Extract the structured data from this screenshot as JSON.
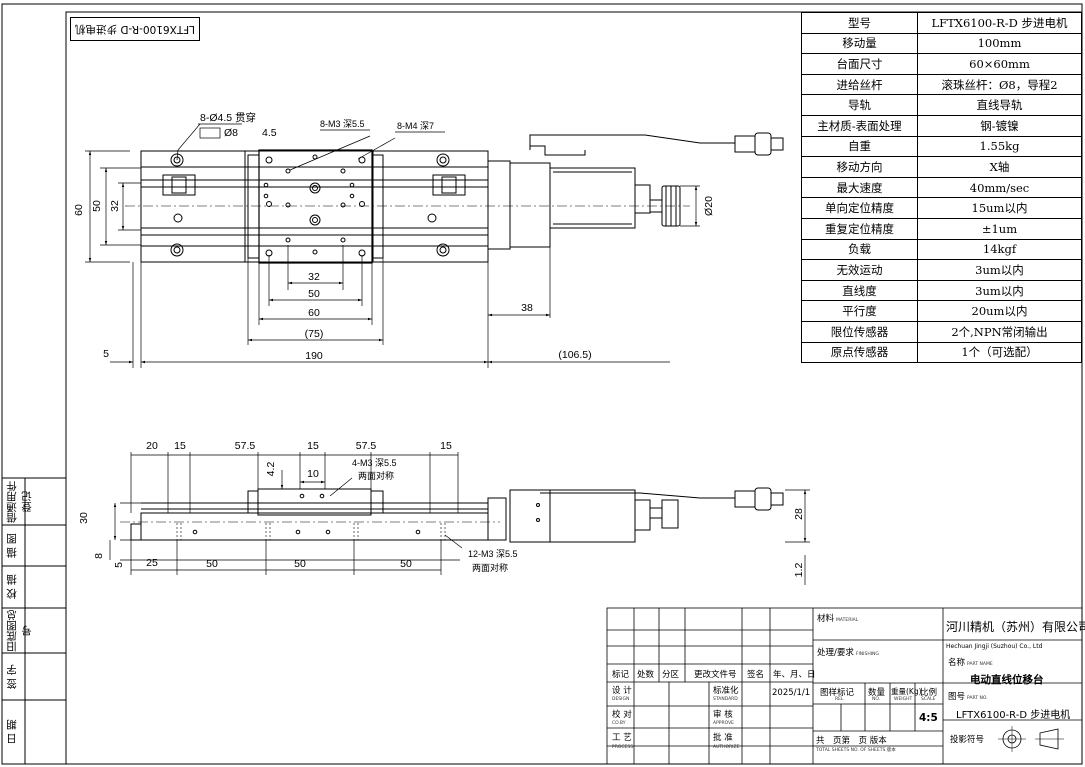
{
  "drawing": {
    "model_mark": "LFTX6100-R-D 步进电机",
    "side_labels": [
      "借通用件登记",
      "描 图",
      "校 描",
      "旧底图总号",
      "签 字",
      "日 期"
    ]
  },
  "spec_table": [
    {
      "key": "型号",
      "value": "LFTX6100-R-D 步进电机"
    },
    {
      "key": "移动量",
      "value": "100mm"
    },
    {
      "key": "台面尺寸",
      "value": "60×60mm"
    },
    {
      "key": "进给丝杆",
      "value": "滚珠丝杆：Ø8，导程2"
    },
    {
      "key": "导轨",
      "value": "直线导轨"
    },
    {
      "key": "主材质-表面处理",
      "value": "钢-镀镍"
    },
    {
      "key": "自重",
      "value": "1.55kg"
    },
    {
      "key": "移动方向",
      "value": "X轴"
    },
    {
      "key": "最大速度",
      "value": "40mm/sec"
    },
    {
      "key": "单向定位精度",
      "value": "15um以内"
    },
    {
      "key": "重复定位精度",
      "value": "±1um"
    },
    {
      "key": "负载",
      "value": "14kgf"
    },
    {
      "key": "无效运动",
      "value": "3um以内"
    },
    {
      "key": "直线度",
      "value": "3um以内"
    },
    {
      "key": "平行度",
      "value": "20um以内"
    },
    {
      "key": "限位传感器",
      "value": "2个,NPN常闭输出"
    },
    {
      "key": "原点传感器",
      "value": "1个（可选配）"
    }
  ],
  "top_view": {
    "note_holes": "8-Ø4.5 贯穿",
    "note_cbore": "Ø8",
    "note_depth": "4.5",
    "note_m3": "8-M3 深5.5",
    "note_m4": "8-M4 深7",
    "dims": {
      "d60": "60",
      "d50": "50",
      "d32": "32",
      "w32": "32",
      "w50": "50",
      "w60": "60",
      "w75": "(75)",
      "d38": "38",
      "d5": "5",
      "d190": "190",
      "d106": "(106.5)",
      "phi20": "Ø20"
    }
  },
  "side_view": {
    "dims": {
      "t20": "20",
      "t15a": "15",
      "t57a": "57.5",
      "t15b": "15",
      "t57b": "57.5",
      "t15c": "15",
      "h42": "4.2",
      "c10": "10",
      "h30": "30",
      "h28": "28",
      "h8": "8",
      "h5": "5",
      "h12": "1.2",
      "b25": "25",
      "b50a": "50",
      "b50b": "50",
      "b50c": "50"
    },
    "note_top": "4-M3 深5.5",
    "note_top2": "两面对称",
    "note_bot": "12-M3 深5.5",
    "note_bot2": "两面对称"
  },
  "title_block": {
    "material_cn": "材料",
    "material_en": "MATERIAL",
    "finish_cn": "处理/要求",
    "finish_en": "FINISHING",
    "company_cn": "河川精机（苏州）有限公司",
    "company_en": "Hechuan Jingji (Suzhou) Co., Ltd",
    "name_cn": "名称",
    "name_en": "PART NAME",
    "part_name": "电动直线位移台",
    "no_cn": "图号",
    "no_en": "PART NO.",
    "part_no": "LFTX6100-R-D 步进电机",
    "proj_cn": "投影符号",
    "rev_headers": [
      "标记",
      "处数",
      "分区",
      "更改文件号",
      "签名",
      "年、月、日"
    ],
    "design_cn": "设 计",
    "design_en": "DESIGN",
    "check_cn": "校 对",
    "check_en": "CO.BY",
    "process_cn": "工 艺",
    "process_en": "PROCESS",
    "std_cn": "标准化",
    "std_en": "STANDARD",
    "review_cn": "审 核",
    "review_en": "APPROVE",
    "approve_cn": "批 准",
    "approve_en": "AUTHORIZE",
    "date": "2025/1/1",
    "mark_cn": "图样标记",
    "mark_en": "REL",
    "qty_cn": "数量",
    "qty_en": "NO.",
    "weight_cn": "重量(Kg)",
    "weight_en": "WEIGHT",
    "scale_cn": "比例",
    "scale_en": "SCALE",
    "scale": "4:5",
    "sheets_cn": "共　页第　页 版本",
    "sheets_en": "TOTAL SHEETS NO. OF SHEETS 版本"
  }
}
